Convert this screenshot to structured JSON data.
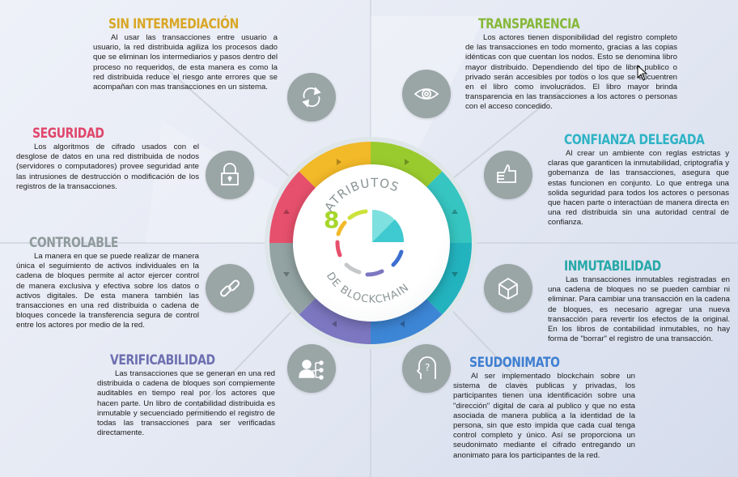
{
  "infographic": {
    "center": {
      "number": "8",
      "title_top": "ATRIBUTOS",
      "title_bottom": "DE BLOCKCHAIN"
    },
    "segment_colors": {
      "sin_intermediacion": "#f2b928",
      "transparencia": "#9acb2e",
      "confianza_delegada": "#36c5c0",
      "inmutabilidad": "#23b3bf",
      "seudonimato": "#3d86d6",
      "verificabilidad": "#7c77c0",
      "controlable": "#93a3a3",
      "seguridad": "#e7506c"
    },
    "attributes": [
      {
        "id": "sin_intermediacion",
        "title": "SIN INTERMEDIACIÓN",
        "title_color": "#d9a726",
        "icon": "refresh-icon",
        "text": "Al usar las transacciones entre usuario a usuario, la red distribuida agiliza los procesos dado que se eliminan  los intermediarios y pasos dentro del proceso no requeridos, de esta manera es como la red distribuida reduce el riesgo ante errores que se acompañan con mas transacciones en un sistema."
      },
      {
        "id": "transparencia",
        "title": "TRANSPARENCIA",
        "title_color": "#86b83a",
        "icon": "eye-icon",
        "text": "Los actores tienen disponibilidad del registro completo de las transacciones en todo momento, gracias a las copias idénticas con que cuentan los nodos. Esto se denomina libro mayor distribuido. Dependiendo del tipo de libro publico o privado serán accesibles por todos o los que se encuentren en el libro como involucrados. El libro mayor brinda transparencia en las transacciones a los actores o personas con el acceso concedido."
      },
      {
        "id": "confianza_delegada",
        "title": "CONFIANZA DELEGADA",
        "title_color": "#2fb3c5",
        "icon": "thumbs-up-icon",
        "text": "Al crear un ambiente con reglas estrictas y claras que garanticen la inmutabilidad, criptografía y gobernanza de las transacciones, asegura que estas funcionen en conjunto. Lo que entrega una solida seguridad para todos los actores o personas que hacen parte o interactúan de manera directa en una red distribuida sin una autoridad central de confianza."
      },
      {
        "id": "inmutabilidad",
        "title": "INMUTABILIDAD",
        "title_color": "#27a8a8",
        "icon": "cube-icon",
        "text": "Las transacciones inmutables registradas en una cadena de bloques no se pueden cambiar ni eliminar. Para cambiar una transacción en la cadena de bloques, es necesario agregar una nueva transacción para revertir los efectos de la original. En los libros de contabilidad inmutables, no hay forma de \"borrar\" el registro de una transacción."
      },
      {
        "id": "seudonimato",
        "title": "SEUDONIMATO",
        "title_color": "#3f7fd0",
        "icon": "head-question-icon",
        "text": "Al ser implementado blockchain sobre un sistema de claves publicas y privadas, los participantes tienen una identificación sobre una \"dirección\" digital de cara al publico y que no esta asociada de manera publica a la identidad de la persona, sin que esto impida que cada cual tenga control completo y único. Así se proporciona un seudonimato mediante el cifrado entregando un anonimato para los participantes de la red."
      },
      {
        "id": "verificabilidad",
        "title": "VERIFICABILIDAD",
        "title_color": "#6d6fb0",
        "icon": "user-network-icon",
        "text": "Las transacciones que se generan en una red distribuida o cadena de bloques son compiemente auditables en tiempo real por los actores que hacen parte. Un libro de contabilidad distribuida es inmutable y secuenciado permitiendo el registro de todas las transacciones para ser verificadas directamente."
      },
      {
        "id": "controlable",
        "title": "CONTROLABLE",
        "title_color": "#8f9a9c",
        "icon": "chain-link-icon",
        "text": "La manera en que se puede realizar de manera única el seguimiento de activos individuales en la cadena de bloques permite al actor ejercer control de manera exclusiva y efectiva sobre los datos o activos digitales. De esta manera también las transacciones en una red distribuida o cadena de bloques concede la transferencia segura de control entre los actores por medio de la red."
      },
      {
        "id": "seguridad",
        "title": "SEGURIDAD",
        "title_color": "#e0466c",
        "icon": "padlock-icon",
        "text": "Los algoritmos de cifrado usados con el desglose de datos en una red distribuida de nodos (servidores o computadores) provee seguridad ante las intrusiones de destrucción o modificación de los registros de la transacciones."
      }
    ]
  }
}
